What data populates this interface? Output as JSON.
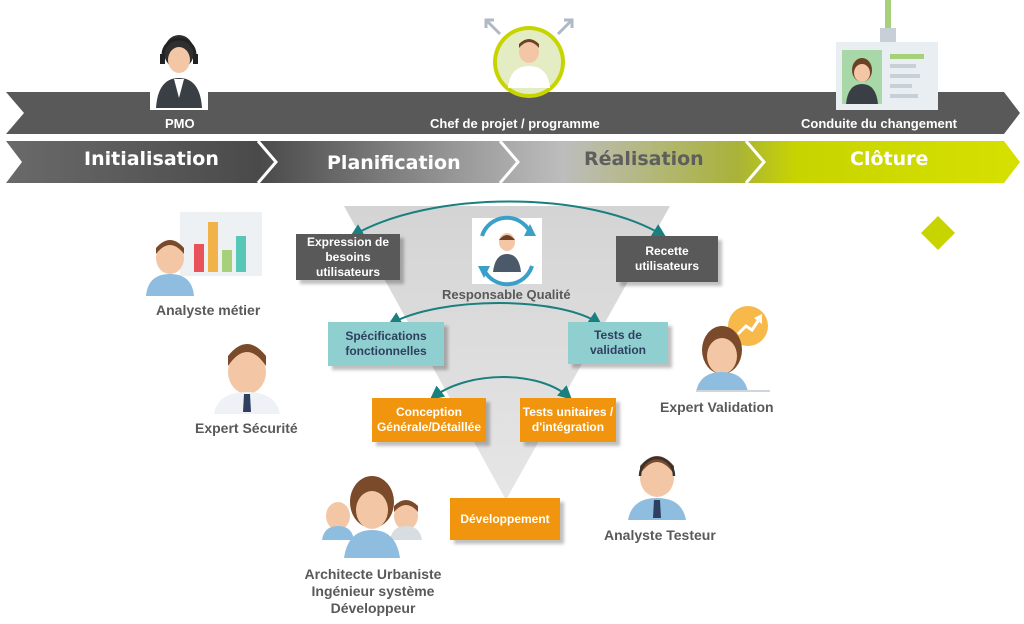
{
  "roles_bar": {
    "pmo": "PMO",
    "chef_projet": "Chef de projet / programme",
    "conduite": "Conduite du changement"
  },
  "phases": [
    "Initialisation",
    "Planification",
    "Réalisation",
    "Clôture"
  ],
  "funnel": {
    "expression": "Expression de besoins utilisateurs",
    "recette": "Recette utilisateurs",
    "responsable": "Responsable Qualité",
    "specifications": "Spécifications fonctionnelles",
    "tests_validation": "Tests de validation",
    "conception": "Conception Générale/Détaillée",
    "tests_unitaires": "Tests unitaires / d'intégration",
    "developpement": "Développement"
  },
  "people": {
    "analyste_metier": "Analyste métier",
    "expert_securite": "Expert Sécurité",
    "expert_validation": "Expert Validation",
    "analyste_testeur": "Analyste Testeur",
    "architecte": "Architecte Urbaniste",
    "ingenieur": "Ingénieur système",
    "developpeur": "Développeur"
  },
  "colors": {
    "bar_dark": "#595959",
    "lime": "#c8d400",
    "teal": "#1a7f7f",
    "orange": "#f2950e",
    "teal_box": "#8fcfcf"
  },
  "icons": [
    "headset-icon",
    "expand-arrows-icon",
    "id-badge-icon",
    "bar-chart-icon",
    "cycle-icon",
    "growth-arrow-icon"
  ]
}
